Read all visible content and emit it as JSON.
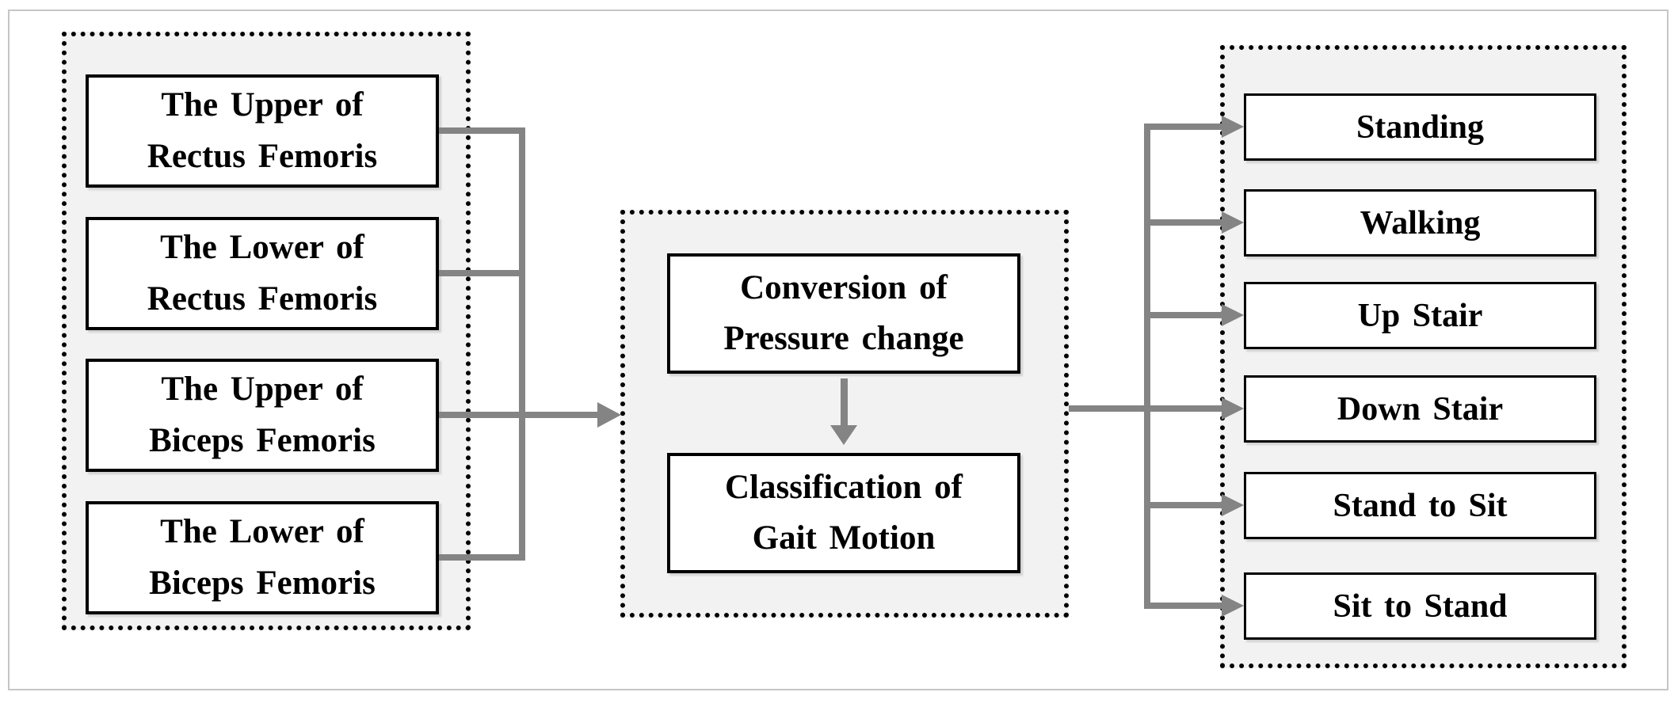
{
  "colors": {
    "connector_gray": "#848484",
    "panel_background": "#f2f2f2",
    "box_border": "#000000",
    "outer_frame": "#c6c6c6"
  },
  "panels": {
    "inputs": {
      "boxes": [
        {
          "line1": "The Upper of",
          "line2": "Rectus Femoris"
        },
        {
          "line1": "The Lower of",
          "line2": "Rectus Femoris"
        },
        {
          "line1": "The Upper of",
          "line2": "Biceps Femoris"
        },
        {
          "line1": "The Lower of",
          "line2": "Biceps Femoris"
        }
      ]
    },
    "processing": {
      "boxes": [
        {
          "line1": "Conversion of",
          "line2": "Pressure change"
        },
        {
          "line1": "Classification of",
          "line2": "Gait Motion"
        }
      ]
    },
    "outputs": {
      "boxes": [
        {
          "label": "Standing"
        },
        {
          "label": "Walking"
        },
        {
          "label": "Up Stair"
        },
        {
          "label": "Down Stair"
        },
        {
          "label": "Stand to Sit"
        },
        {
          "label": "Sit to Stand"
        }
      ]
    }
  }
}
